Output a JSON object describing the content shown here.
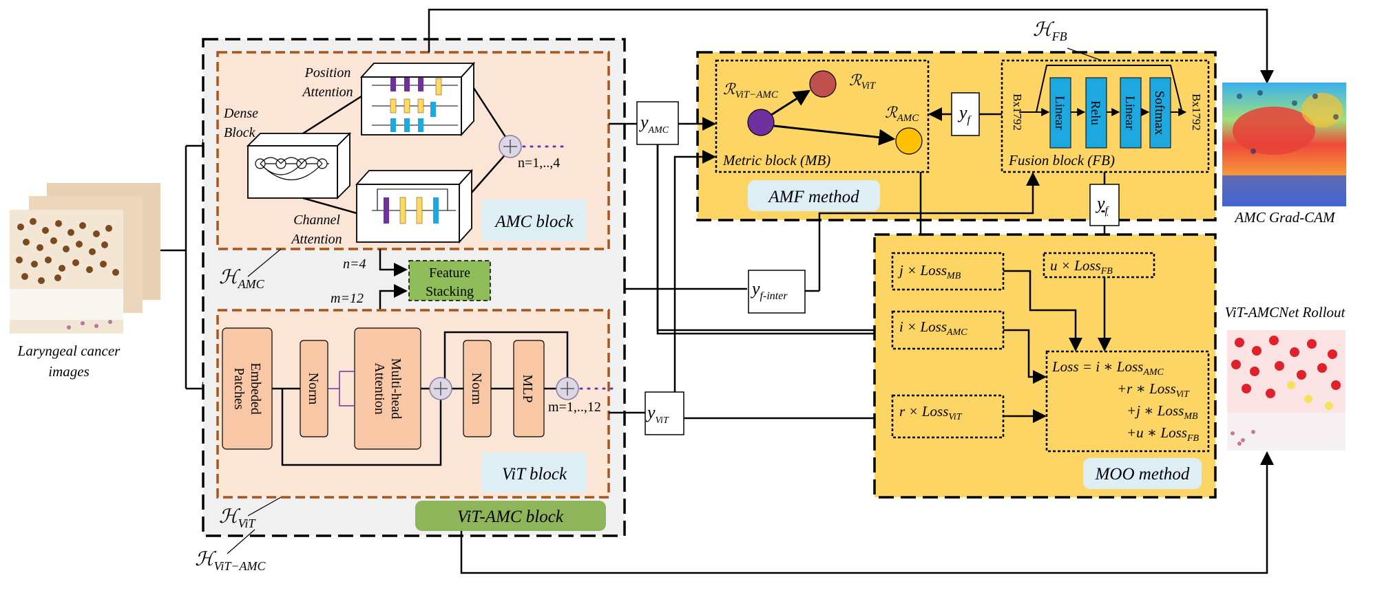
{
  "input": {
    "label_line1": "Laryngeal cancer",
    "label_line2": "images"
  },
  "vit_amc": {
    "symbol": "ℋ",
    "symbol_sub": "ViT−AMC",
    "block_label": "ViT-AMC block"
  },
  "amc": {
    "symbol": "ℋ",
    "symbol_sub": "AMC",
    "block_label": "AMC block",
    "dense_line1": "Dense",
    "dense_line2": "Block",
    "position_line1": "Position",
    "position_line2": "Attention",
    "channel_line1": "Channel",
    "channel_line2": "Attention",
    "repeat_label": "n=1,..,4"
  },
  "vit": {
    "symbol": "ℋ",
    "symbol_sub": "ViT",
    "block_label": "ViT block",
    "embed_line1": "Embeded",
    "embed_line2": "Patches",
    "norm1": "Norm",
    "mha_line1": "Multi-head",
    "mha_line2": "Attention",
    "norm2": "Norm",
    "mlp": "MLP",
    "repeat_label": "m=1,..,12"
  },
  "stacking": {
    "line1": "Feature",
    "line2": "Stacking",
    "n_label": "n=4",
    "m_label": "m=12"
  },
  "outputs": {
    "y": "y",
    "y_amc_sub": "AMC",
    "y_vit_sub": "ViT",
    "y_inter_sub": "f-inter",
    "y_f_sub": "f"
  },
  "amf": {
    "method_label": "AMF method",
    "metric_label": "Metric block (MB)",
    "r_symbol": "ℛ",
    "r_vit_amc_sub": "ViT−AMC",
    "r_vit_sub": "ViT",
    "r_amc_sub": "AMC",
    "fb_symbol": "ℋ",
    "fb_sub": "FB",
    "fusion_label": "Fusion block (FB)",
    "dim_in": "Bx1792",
    "dim_out": "Bx1792",
    "layers": [
      "Linear",
      "Relu",
      "Linear",
      "Softmax"
    ]
  },
  "moo": {
    "method_label": "MOO method",
    "loss_mb_coef": "j × Loss",
    "loss_mb_sub": "MB",
    "loss_fb_coef": "u × Loss",
    "loss_fb_sub": "FB",
    "loss_amc_coef": "i × Loss",
    "loss_amc_sub": "AMC",
    "loss_vit_coef": "r × Loss",
    "loss_vit_sub": "ViT",
    "total_l1": "Loss =  i ∗ Loss",
    "total_l1_sub": "AMC",
    "total_l2": "+r ∗ Loss",
    "total_l2_sub": "ViT",
    "total_l3": "+j ∗ Loss",
    "total_l3_sub": "MB",
    "total_l4": "+u ∗ Loss",
    "total_l4_sub": "FB"
  },
  "results": {
    "gradcam_label": "AMC Grad-CAM",
    "rollout_label": "ViT-AMCNet Rollout"
  },
  "colors": {
    "panel_gray": "#f0f0f0",
    "block_peach": "#fbe5d6",
    "block_border": "#a9541a",
    "layer_orange": "#f8c7a5",
    "amf_yellow": "#fdd565",
    "label_blue": "#ddeef5",
    "vit_amc_green": "#8fb55a",
    "stacking_green": "#8fbd5a",
    "fusion_cyan": "#1ea8e0",
    "purple": "#7030a0",
    "red": "#c0504d",
    "gold": "#ffc000"
  }
}
